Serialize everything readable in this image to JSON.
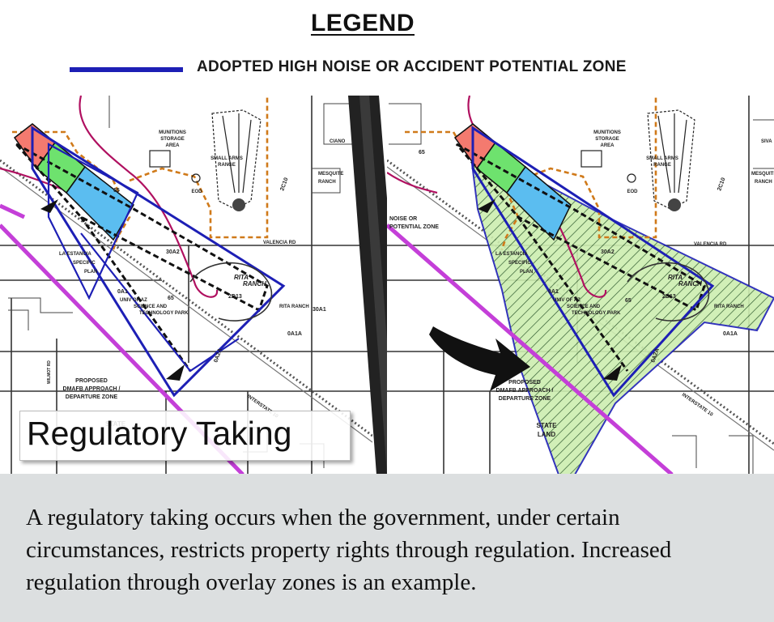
{
  "legend": {
    "title": "LEGEND",
    "line_label": "ADOPTED HIGH NOISE OR ACCIDENT POTENTIAL ZONE",
    "line_color": "#1d1fb5"
  },
  "map_labels": {
    "munitions": [
      "MUNITIONS",
      "STORAGE",
      "AREA"
    ],
    "small_arms": [
      "SMALL ARMS",
      "RANGE"
    ],
    "eod": "EOD",
    "c2c10": "2C10",
    "valencia": "VALENCIA RD",
    "la_estancia": [
      "LA ESTANCIA",
      "SPECIFIC",
      "PLAN"
    ],
    "rita_ranch": [
      "RITA",
      "RANCH"
    ],
    "rita_ranch_road": "RITA RANCH",
    "code_2d13": "2D13",
    "code_30a2": "30A2",
    "code_0a1": "0A1",
    "code_0a1a": "0A1A",
    "code_0a2a": "0A2A",
    "code_30a1": "30A1",
    "noise_65": "65",
    "univ_az": [
      "UNIV OF AZ",
      "SCIENCE AND",
      "TECHNOLOGY PARK"
    ],
    "proposed": [
      "PROPOSED",
      "DMAFB APPROACH /",
      "DEPARTURE ZONE"
    ],
    "interstate": "INTERSTATE 10",
    "wilmot": "WILMOT RD",
    "state_land": [
      "STATE",
      "LAND"
    ],
    "mesquite": [
      "MESQUITE",
      "RANCH"
    ],
    "noise_zone": [
      "NOISE OR",
      "POTENTIAL ZONE"
    ],
    "ciano": "CIANO",
    "siva": "SIVA"
  },
  "banner": {
    "text": "Regulatory Taking"
  },
  "caption": {
    "text": "A regulatory taking occurs when the government, under certain circumstances, restricts property rights through regulation. Increased regulation through overlay zones is an example."
  }
}
